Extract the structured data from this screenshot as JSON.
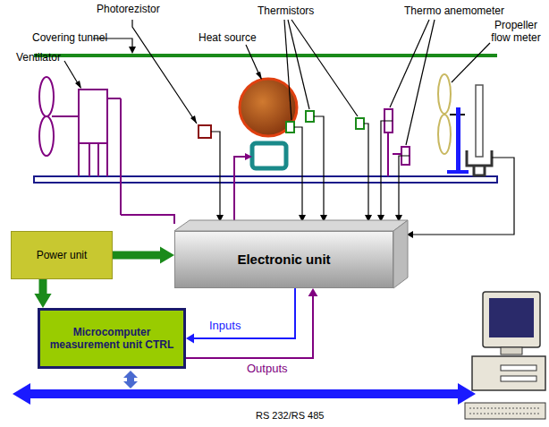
{
  "diagram": {
    "nodes": [
      {
        "text": [
          "Power unit"
        ]
      },
      {
        "text": [
          "Electronic unit"
        ]
      },
      {
        "text": [
          "Microcomputer measurement unit CTRL"
        ]
      }
    ],
    "edges": [
      {
        "from": 0,
        "to": 1,
        "arrow": "to"
      },
      {
        "from": 0,
        "to": 2,
        "arrow": "to"
      },
      {
        "from": 1,
        "to": 2,
        "label": "Inputs",
        "arrow": "to"
      },
      {
        "from": 2,
        "to": 1,
        "label": "Outputs",
        "arrow": "to"
      }
    ],
    "labels": [
      "Photorezistor",
      "Covering tunnel",
      "Ventilator",
      "Thermistors",
      "Heat source",
      "Thermo anemometer",
      "Propeller flow meter",
      "RS 232/RS 485"
    ]
  }
}
